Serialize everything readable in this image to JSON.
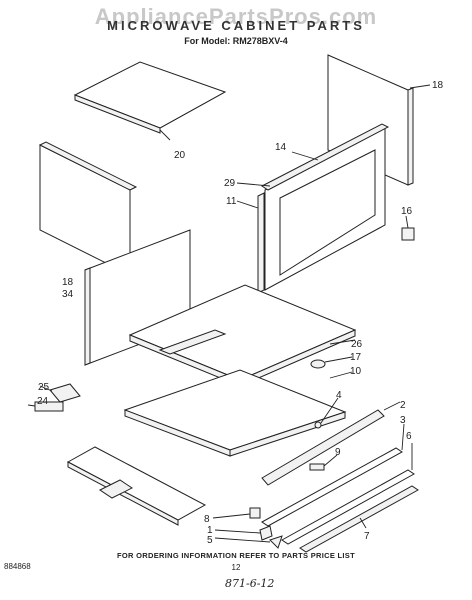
{
  "watermark": "AppliancePartsPros.com",
  "title": "MICROWAVE CABINET PARTS",
  "model": "For Model: RM278BXV-4",
  "callouts": [
    "20",
    "18",
    "14",
    "29",
    "11",
    "16",
    "18",
    "34",
    "26",
    "17",
    "10",
    "25",
    "24",
    "4",
    "2",
    "3",
    "6",
    "9",
    "8",
    "1",
    "5",
    "7"
  ],
  "footer": {
    "ordering": "FOR ORDERING INFORMATION REFER TO PARTS PRICE LIST",
    "page": "12",
    "code": "884868",
    "handwritten": "871-6-12"
  }
}
